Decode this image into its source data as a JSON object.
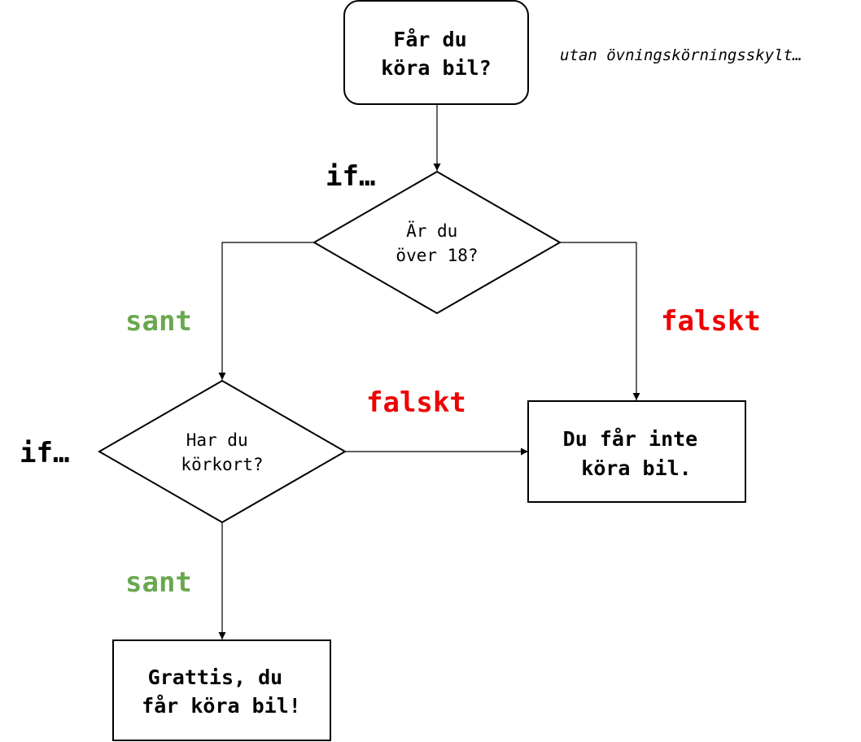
{
  "nodes": {
    "start": {
      "lines": [
        "Får du",
        "köra bil?"
      ]
    },
    "decision_age": {
      "lines": [
        "Är du",
        "över 18?"
      ]
    },
    "decision_license": {
      "lines": [
        "Har du",
        "körkort?"
      ]
    },
    "result_no": {
      "lines": [
        "Du får inte",
        "köra bil."
      ]
    },
    "result_yes": {
      "lines": [
        "Grattis, du",
        "får köra bil!"
      ]
    }
  },
  "note": "utan övningskörningsskylt…",
  "keywords": {
    "if_1": "if…",
    "if_2": "if…"
  },
  "edge_labels": {
    "age_true": "sant",
    "age_false": "falskt",
    "license_false": "falskt",
    "license_true": "sant"
  },
  "colors": {
    "true": "#6aa84f",
    "false": "#ee0000",
    "stroke": "#000000"
  }
}
